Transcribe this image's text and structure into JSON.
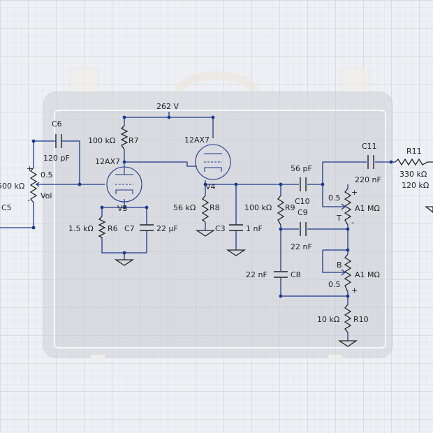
{
  "supply": {
    "label": "262 V"
  },
  "tubes": [
    {
      "ref": "V3",
      "type": "12AX7"
    },
    {
      "ref": "V4",
      "type": "12AX7"
    }
  ],
  "resistors": [
    {
      "ref": "R7",
      "value": "100 kΩ"
    },
    {
      "ref": "R6",
      "value": "1.5 kΩ"
    },
    {
      "ref": "R8",
      "value": "56 kΩ"
    },
    {
      "ref": "R9",
      "value": "100 kΩ"
    },
    {
      "ref": "R10",
      "value": "10 kΩ"
    },
    {
      "ref": "R11",
      "value": "330 kΩ",
      "value2": "120 kΩ"
    }
  ],
  "capacitors": [
    {
      "ref": "C6",
      "value": "120 pF"
    },
    {
      "ref": "C7",
      "value": "22 µF"
    },
    {
      "ref": "C3",
      "value": "1 nF"
    },
    {
      "ref": "C10",
      "value": "56 pF"
    },
    {
      "ref": "C9",
      "value": "22 nF"
    },
    {
      "ref": "C8",
      "value": "22 nF"
    },
    {
      "ref": "C11",
      "value": "220 nF"
    },
    {
      "ref": "C5",
      "value": ""
    }
  ],
  "pots": [
    {
      "ref": "Vol",
      "value": "500 kΩ",
      "position": "0.5"
    },
    {
      "ref": "T",
      "value": "A1 MΩ",
      "position": "0.5"
    },
    {
      "ref": "B",
      "value": "A1 MΩ",
      "position": "0.5"
    }
  ],
  "markers": {
    "plus": "+",
    "minus": "-"
  }
}
